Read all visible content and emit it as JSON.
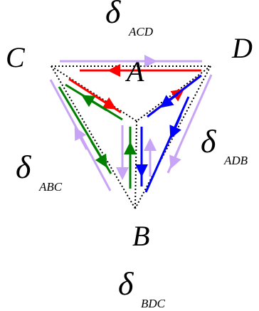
{
  "vertices": {
    "top_center": "A",
    "left": "C",
    "right": "D",
    "bottom": "B"
  },
  "delta_labels": {
    "symbol": "δ",
    "top_sub": "ACD",
    "left_sub": "ABC",
    "right_sub": "ADB",
    "bottom_sub": "BDC"
  },
  "colors": {
    "red": "#ff0000",
    "green": "#008000",
    "blue": "#0000ff",
    "lavender": "#c7a4f5",
    "dotted": "#000000"
  }
}
